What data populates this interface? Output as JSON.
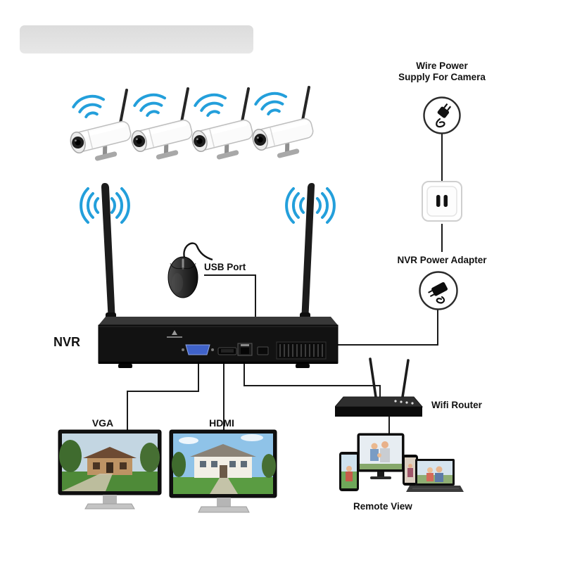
{
  "diagram": {
    "type": "wireless-nvr-security-kit-connection-diagram",
    "labels": {
      "wire_power_line1": "Wire Power",
      "wire_power_line2": "Supply For Camera",
      "nvr_power_adapter": "NVR Power Adapter",
      "usb_port": "USB Port",
      "nvr": "NVR",
      "vga": "VGA",
      "hdmi": "HDMI",
      "wifi_router": "Wifi Router",
      "remote_view": "Remote View"
    },
    "components": {
      "cameras": [
        "wireless-camera-1",
        "wireless-camera-2",
        "wireless-camera-3",
        "wireless-camera-4"
      ],
      "icons": [
        "wifi-signal-icon",
        "camera-power-plug-icon",
        "wall-outlet-icon",
        "nvr-power-adapter-icon",
        "usb-mouse-icon"
      ],
      "devices": [
        "nvr-recorder",
        "vga-monitor",
        "hdmi-monitor",
        "wifi-router",
        "remote-view-devices"
      ]
    },
    "colors": {
      "wifi_signal_blue": "#239fdb",
      "connection_line": "#1a1a1a",
      "vga_connector_blue": "#3f62c9",
      "background": "#ffffff"
    }
  }
}
